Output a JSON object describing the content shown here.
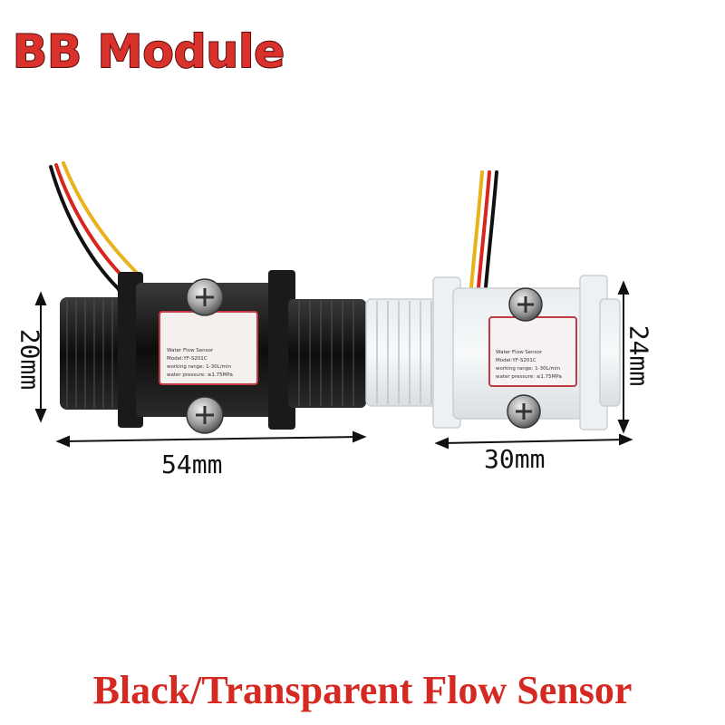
{
  "brand": {
    "text": "BB Module",
    "color": "#d9312b"
  },
  "caption": {
    "text": "Black/Transparent Flow Sensor",
    "color": "#d42a22"
  },
  "dimensions": {
    "black_length": "54mm",
    "black_height": "20mm",
    "clear_length": "30mm",
    "clear_height": "24mm"
  },
  "black_sensor": {
    "label": {
      "title": "Water Flow Sensor",
      "model": "Model:YF-S201C",
      "range": "working range: 1-30L/min",
      "pressure": "water pressure: ≤1.75MPa"
    }
  },
  "clear_sensor": {
    "label": {
      "title": "Water Flow Sensor",
      "model": "Model:YF-S201C",
      "range": "working range: 1-30L/min",
      "pressure": "water pressure: ≤1.75MPa"
    }
  },
  "wire_colors": {
    "black": "#111111",
    "red": "#d8261e",
    "yellow": "#e7b21a"
  }
}
